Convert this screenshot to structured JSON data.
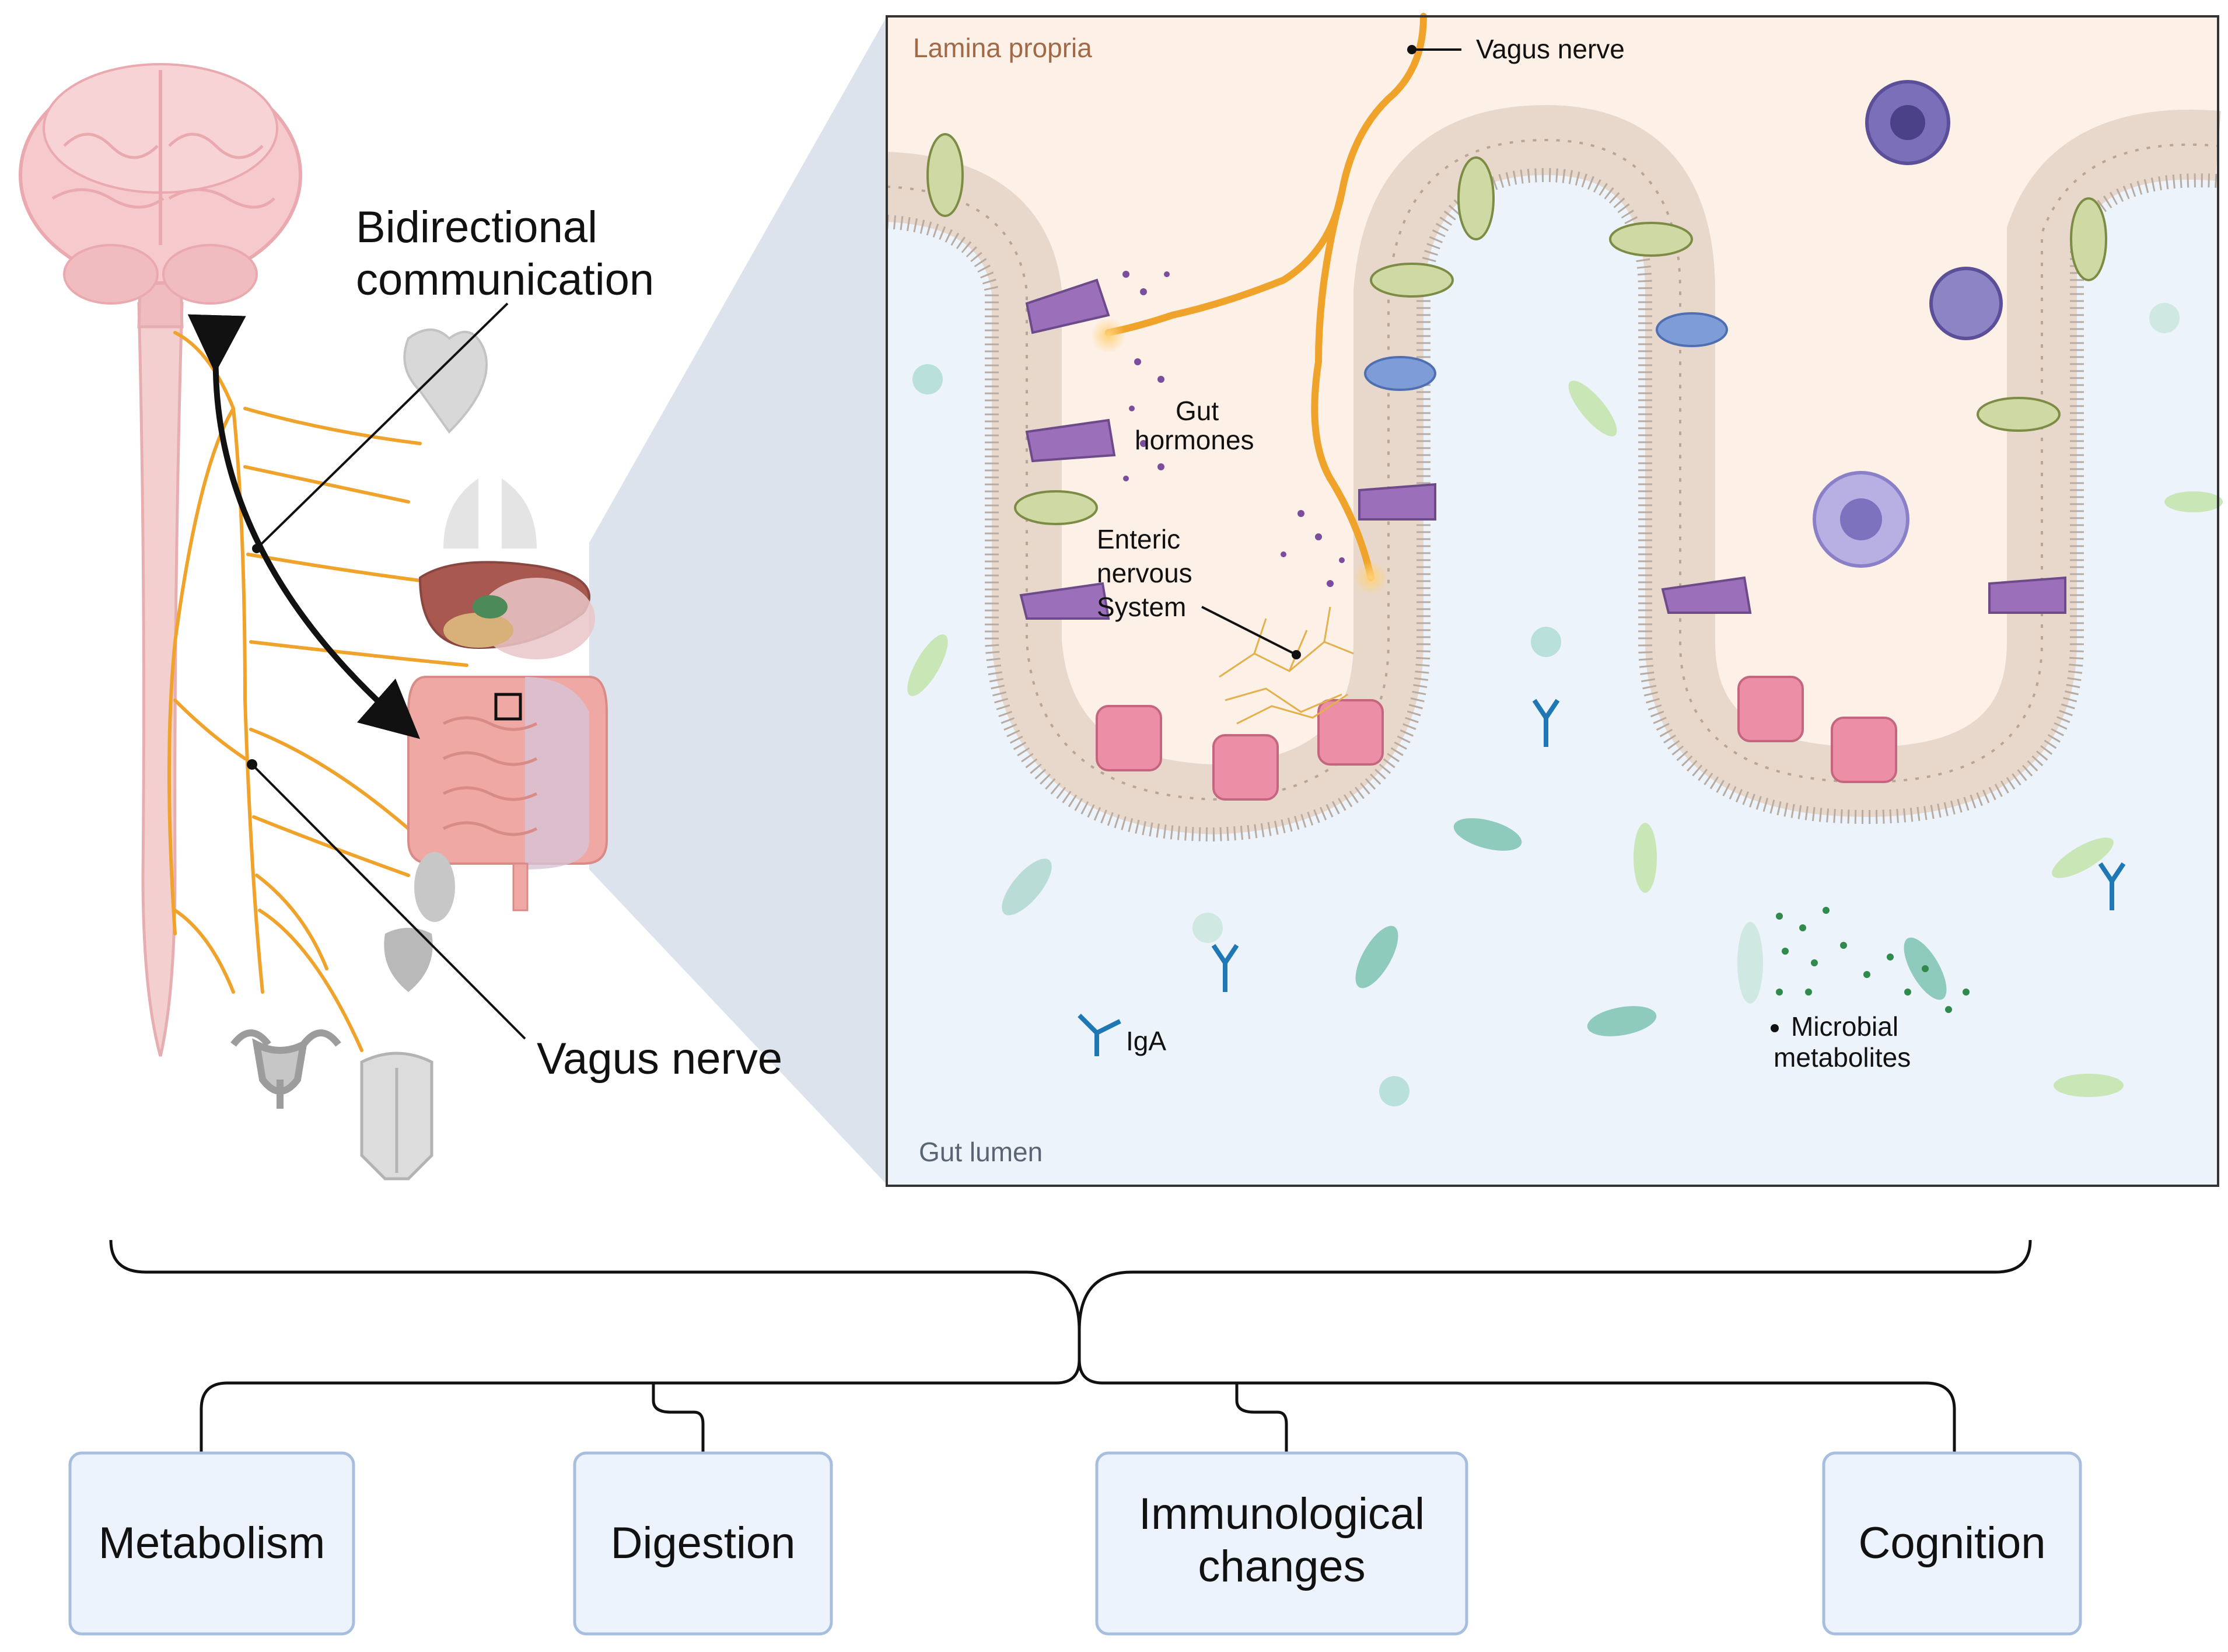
{
  "labels": {
    "bidirectional_line1": "Bidirectional",
    "bidirectional_line2": "communication",
    "vagus_nerve_left": "Vagus nerve",
    "lamina_propria": "Lamina propria",
    "vagus_nerve_inset": "Vagus nerve",
    "gut_hormones_line1": "Gut",
    "gut_hormones_line2": "hormones",
    "enteric_line1": "Enteric",
    "enteric_line2": "nervous",
    "enteric_line3": "System",
    "iga": "IgA",
    "microbial_line1": "Microbial",
    "microbial_line2": "metabolites",
    "gut_lumen": "Gut lumen"
  },
  "outcomes": [
    {
      "label": "Metabolism"
    },
    {
      "label": "Digestion"
    },
    {
      "label_line1": "Immunological",
      "label_line2": "changes"
    },
    {
      "label": "Cognition"
    }
  ],
  "colors": {
    "nerve": "#f0a32a",
    "brain": "#f4c6c8",
    "spinal_cord": "#f3cfd0",
    "lamina_bg": "#fdf0e6",
    "lumen_bg": "#edf3fa",
    "zoom_wedge": "#d9e0ea",
    "box_fill": "#edf3fc",
    "box_stroke": "#a7bedf",
    "lamina_text": "#a06a48",
    "lumen_text": "#5b6473"
  }
}
